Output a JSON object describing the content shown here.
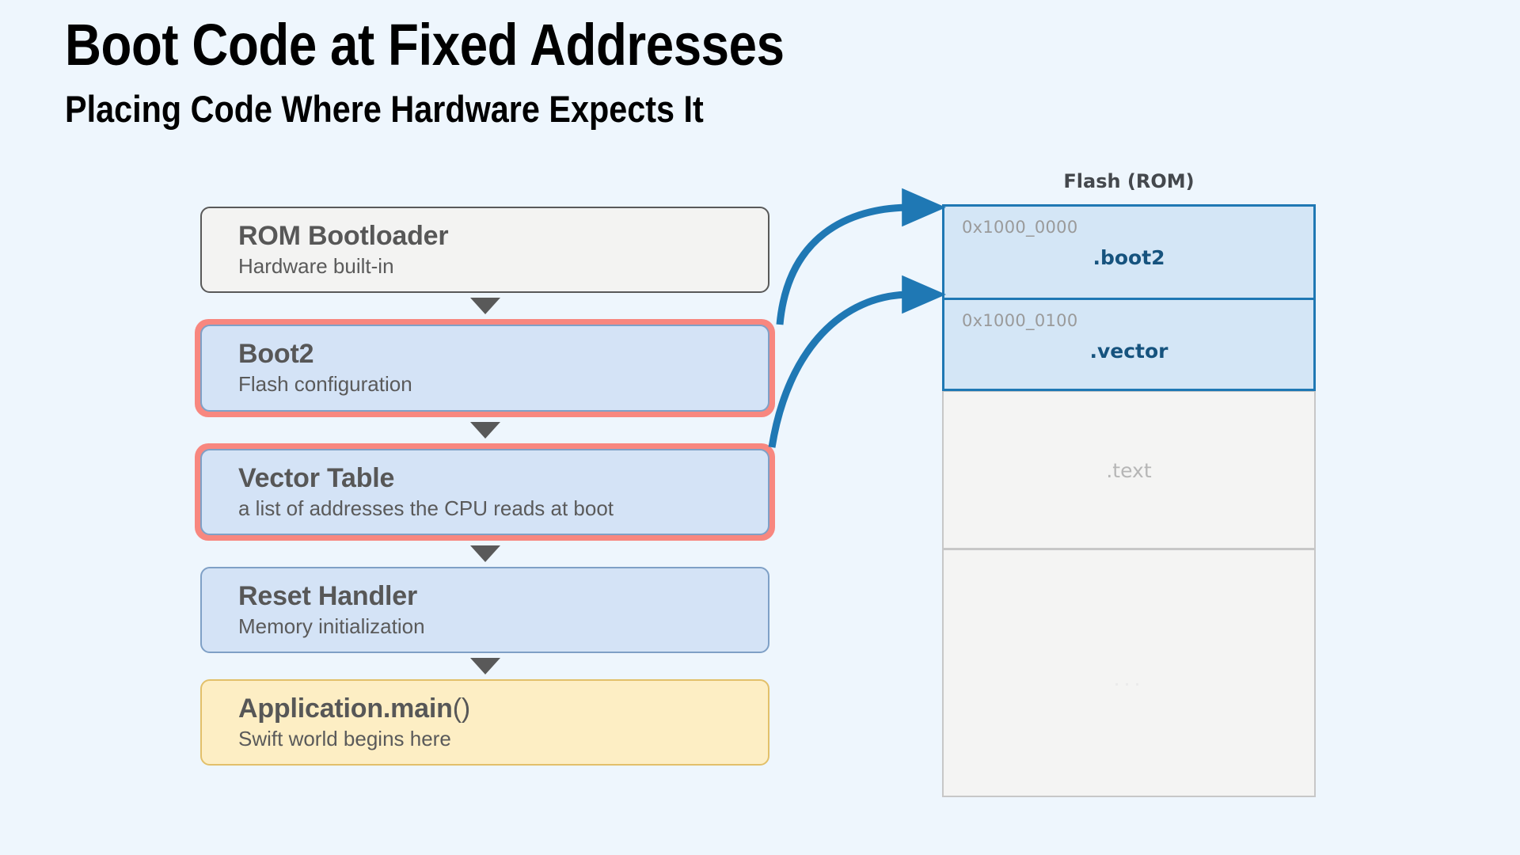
{
  "header": {
    "title": "Boot Code at Fixed Addresses",
    "subtitle": "Placing Code Where Hardware Expects It"
  },
  "boot_flow": {
    "steps": [
      {
        "id": "rom-bootloader",
        "title": "ROM Bootloader",
        "subtitle": "Hardware built-in",
        "style": "plain",
        "highlighted": false
      },
      {
        "id": "boot2",
        "title": "Boot2",
        "subtitle": "Flash configuration",
        "style": "blue",
        "highlighted": true
      },
      {
        "id": "vector-table",
        "title": "Vector Table",
        "subtitle": "a list of addresses the CPU reads at boot",
        "style": "blue",
        "highlighted": true
      },
      {
        "id": "reset-handler",
        "title": "Reset Handler",
        "subtitle": "Memory initialization",
        "style": "blue",
        "highlighted": false
      },
      {
        "id": "application-main",
        "title": "Application.main",
        "title_suffix": "()",
        "subtitle": "Swift world begins here",
        "style": "yellow",
        "highlighted": false
      }
    ],
    "arrow_glyph": "down-triangle"
  },
  "memory_map": {
    "label": "Flash (ROM)",
    "blocks": [
      {
        "id": "boot2",
        "address": "0x1000_0000",
        "name": ".boot2",
        "state": "active"
      },
      {
        "id": "vector",
        "address": "0x1000_0100",
        "name": ".vector",
        "state": "active"
      },
      {
        "id": "text",
        "address": "",
        "name": ".text",
        "state": "idle"
      },
      {
        "id": "rest",
        "address": "",
        "name": "...",
        "state": "idle"
      }
    ]
  },
  "connectors": [
    {
      "id": "boot2-to-flash",
      "from": "boot2",
      "to": ".boot2",
      "color": "#1f78b4"
    },
    {
      "id": "vector-to-flash",
      "from": "vector-table",
      "to": ".vector",
      "color": "#1f78b4"
    }
  ],
  "colors": {
    "background": "#eef6fd",
    "highlight_ring": "#f8877f",
    "active_block_fill": "#d4e6f6",
    "active_block_border": "#1f78b4",
    "blue_box_fill": "#d4e3f6",
    "yellow_box_fill": "#fdeec4",
    "arrow": "#1f78b4"
  }
}
